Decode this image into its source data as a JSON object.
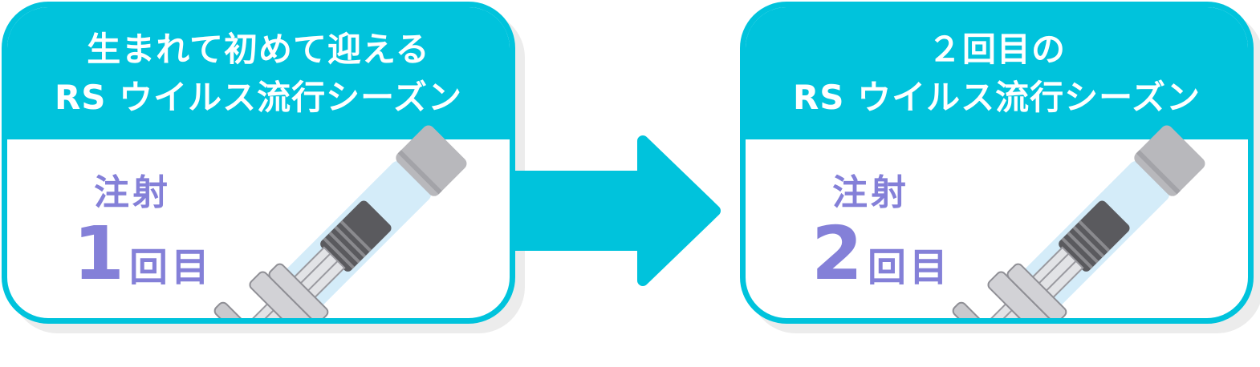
{
  "colors": {
    "accent": "#00c3dc",
    "label": "#8480d8",
    "shadow": "#ececec"
  },
  "cards": [
    {
      "title_line1": "生まれて初めて迎える",
      "title_line2": "RS ウイルス流行シーズン",
      "injection_label": "注射",
      "count_number": "1",
      "count_suffix": "回目",
      "icon": "syringe-icon"
    },
    {
      "title_line1": "２回目の",
      "title_line2": "RS ウイルス流行シーズン",
      "injection_label": "注射",
      "count_number": "2",
      "count_suffix": "回目",
      "icon": "syringe-icon"
    }
  ],
  "connector": {
    "icon": "arrow-right-icon"
  }
}
